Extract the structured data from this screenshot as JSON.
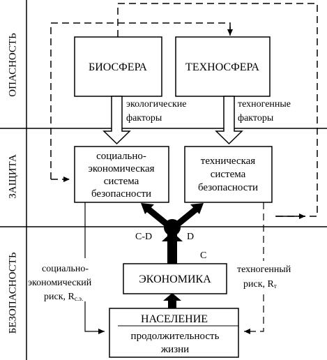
{
  "zones": {
    "danger": "ОПАСНОСТЬ",
    "protection": "ЗАЩИТА",
    "safety": "БЕЗОПАСНОСТЬ"
  },
  "boxes": {
    "biosphere": "БИОСФЕРА",
    "technosphere": "ТЕХНОСФЕРА",
    "social_system": [
      "социально-",
      "экономическая",
      "система",
      "безопасности"
    ],
    "tech_system": [
      "техническая",
      "система",
      "безопасности"
    ],
    "economy": "ЭКОНОМИКА",
    "population_title": "НАСЕЛЕНИЕ",
    "population_sub": [
      "продолжительность",
      "жизни"
    ]
  },
  "factors": {
    "ecological": [
      "экологические",
      "факторы"
    ],
    "technogenic": [
      "техногенные",
      "факторы"
    ]
  },
  "node": {
    "c_minus_d": "C-D",
    "d": "D",
    "c": "C"
  },
  "risks": {
    "social": {
      "line1": "социально-",
      "line2": "экономический",
      "prefix": "риск, R",
      "sub": "с.э."
    },
    "technogenic": {
      "line1": "техногенный",
      "prefix": "риск, R",
      "sub": "т"
    }
  }
}
